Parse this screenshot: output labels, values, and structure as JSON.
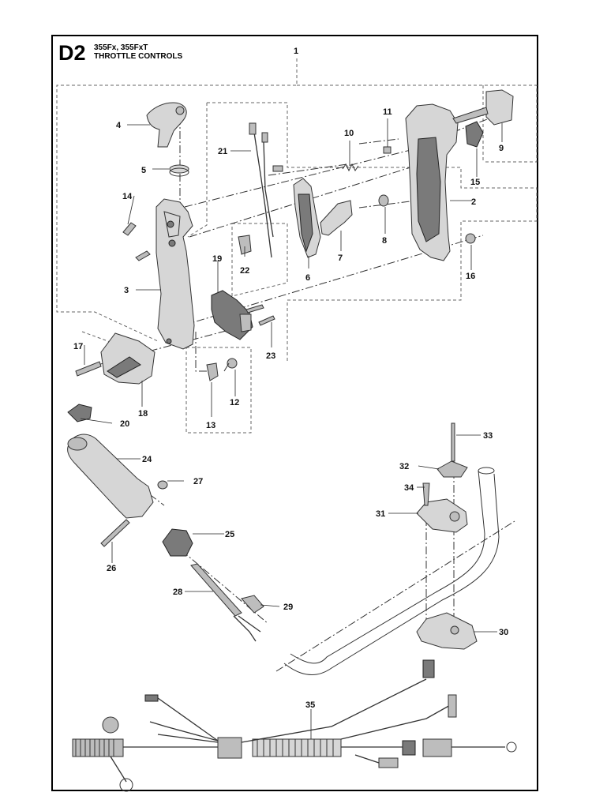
{
  "header": {
    "code": "D2",
    "models": "355Fx, 355FxT",
    "title": "THROTTLE CONTROLS"
  },
  "callouts": [
    "1",
    "2",
    "3",
    "4",
    "5",
    "6",
    "7",
    "8",
    "9",
    "10",
    "11",
    "12",
    "13",
    "14",
    "15",
    "16",
    "17",
    "18",
    "19",
    "20",
    "21",
    "22",
    "23",
    "24",
    "25",
    "26",
    "27",
    "28",
    "29",
    "30",
    "31",
    "32",
    "33",
    "34",
    "35"
  ]
}
